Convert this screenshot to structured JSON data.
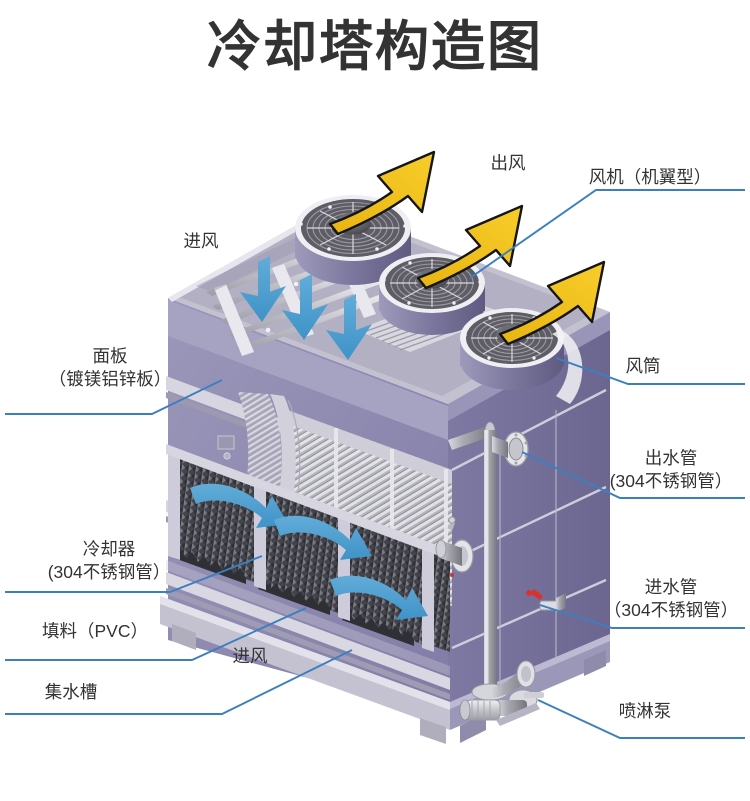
{
  "page": {
    "title": "冷却塔构造图",
    "title_color": "#333333",
    "background": "#ffffff"
  },
  "palette": {
    "leader_line": "#3c7fbf",
    "label_text": "#333333",
    "body_purple": "#8a85ad",
    "body_purple_dark": "#6f6a93",
    "body_purple_light": "#a9a5c4",
    "panel_gray": "#b9b6c6",
    "panel_gray_light": "#cdcbd8",
    "metal_light": "#e2e2e6",
    "metal_mid": "#bfbfc6",
    "fill_dark": "#3f3f46",
    "arrow_blue": "#4e9fd1",
    "arrow_yellow": "#f2c01d",
    "arrow_outline": "#1a1a1a",
    "fan_hub": "#55545c",
    "fan_grille": "#6a6a72",
    "valve_red": "#d8342c"
  },
  "labels": [
    {
      "id": "inlet-top",
      "name": "air-inlet-top",
      "line1": "进风",
      "line2": ""
    },
    {
      "id": "outlet-air",
      "name": "air-outlet",
      "line1": "出风",
      "line2": ""
    },
    {
      "id": "fan",
      "name": "fan-airfoil",
      "line1": "风机（机翼型）",
      "line2": ""
    },
    {
      "id": "panel",
      "name": "panel-plate",
      "line1": "面板",
      "line2": "（镀镁铝锌板）"
    },
    {
      "id": "stack",
      "name": "fan-stack",
      "line1": "风筒",
      "line2": ""
    },
    {
      "id": "outpipe",
      "name": "water-outlet-pipe",
      "line1": "出水管",
      "line2": "(304不锈钢管）"
    },
    {
      "id": "cooler",
      "name": "cooler-coil",
      "line1": "冷却器",
      "line2": "(304不锈钢管）"
    },
    {
      "id": "inpipe",
      "name": "water-inlet-pipe",
      "line1": "进水管",
      "line2": "（304不锈钢管）"
    },
    {
      "id": "fill",
      "name": "fill-media-pvc",
      "line1": "填料（PVC）",
      "line2": ""
    },
    {
      "id": "inlet-bot",
      "name": "air-inlet-bottom",
      "line1": "进风",
      "line2": ""
    },
    {
      "id": "basin",
      "name": "water-collection-basin",
      "line1": "集水槽",
      "line2": ""
    },
    {
      "id": "pump",
      "name": "spray-pump",
      "line1": "喷淋泵",
      "line2": ""
    }
  ],
  "diagram": {
    "subject": "closed-circuit cooling tower cutaway",
    "fan_count": 3,
    "exhaust_arrow_count": 3,
    "top_intake_arrow_count": 3,
    "side_intake_arrow_count": 3,
    "fill_panel_count": 4,
    "view": "isometric"
  }
}
